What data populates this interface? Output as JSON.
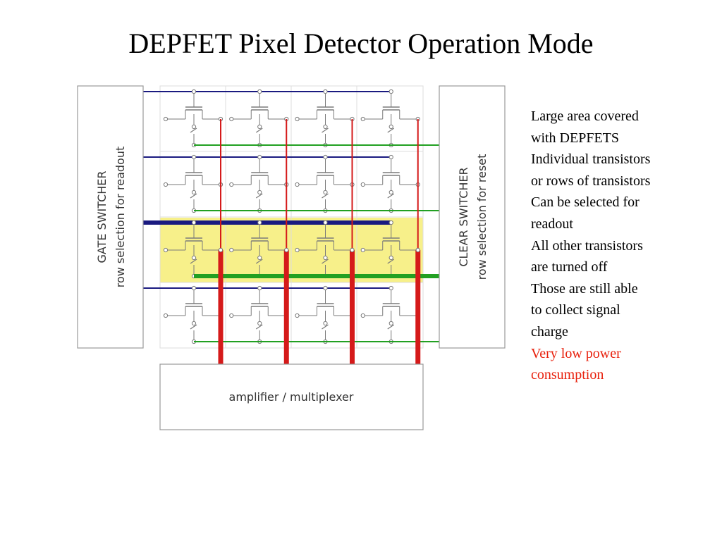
{
  "slide": {
    "title": "DEPFET Pixel Detector Operation Mode"
  },
  "diagram": {
    "gate_switcher": {
      "title": "GATE SWITCHER",
      "subtitle": "row selection for readout"
    },
    "clear_switcher": {
      "title": "CLEAR SWITCHER",
      "subtitle": "row selection for reset"
    },
    "amplifier": {
      "label": "amplifier / multiplexer"
    },
    "matrix": {
      "rows": 4,
      "columns": 4,
      "selected_row": 3
    },
    "colors": {
      "gate_line": "#1a1a80",
      "clear_line": "#22a022",
      "readout_line": "#d51a1a",
      "selection_highlight": "#f7f08a",
      "grid": "#dddddd",
      "device": "#7a7a7a",
      "box_border": "#999999"
    }
  },
  "bullets": [
    {
      "text": "Large area covered",
      "color": "#000000"
    },
    {
      "text": "with DEPFETS",
      "color": "#000000"
    },
    {
      "text": "Individual transistors",
      "color": "#000000"
    },
    {
      "text": "or rows of transistors",
      "color": "#000000"
    },
    {
      "text": "Can be selected for",
      "color": "#000000"
    },
    {
      "text": "readout",
      "color": "#000000"
    },
    {
      "text": "All other transistors",
      "color": "#000000"
    },
    {
      "text": "are turned off",
      "color": "#000000"
    },
    {
      "text": "Those are still able",
      "color": "#000000"
    },
    {
      "text": "to collect signal",
      "color": "#000000"
    },
    {
      "text": "charge",
      "color": "#000000"
    },
    {
      "text": "Very low power",
      "color": "#e8200c"
    },
    {
      "text": "consumption",
      "color": "#e8200c"
    }
  ]
}
